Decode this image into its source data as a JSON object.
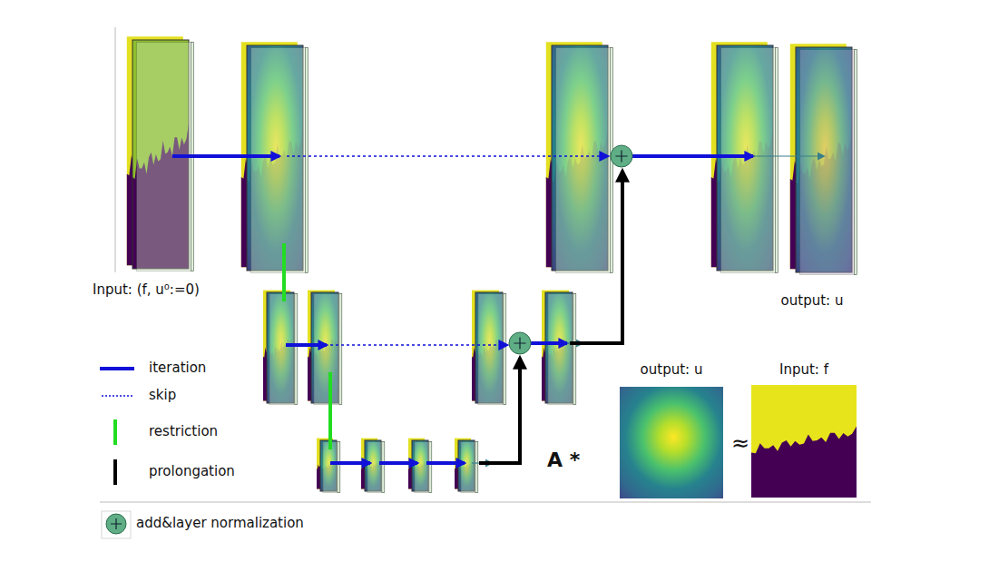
{
  "diagram": {
    "nodes": [
      {
        "text": [
          "Input: (f, u⁰:=0)"
        ]
      },
      {
        "text": [
          "output: u"
        ]
      },
      {
        "text": [
          "output: u"
        ]
      },
      {
        "text": [
          "Input: f"
        ]
      }
    ],
    "labels": [
      "A *",
      "≈"
    ],
    "legend": [
      {
        "text": "iteration"
      },
      {
        "text": "skip"
      },
      {
        "text": "restriction"
      },
      {
        "text": "prolongation"
      },
      {
        "text": "add&layer normalization"
      }
    ]
  }
}
